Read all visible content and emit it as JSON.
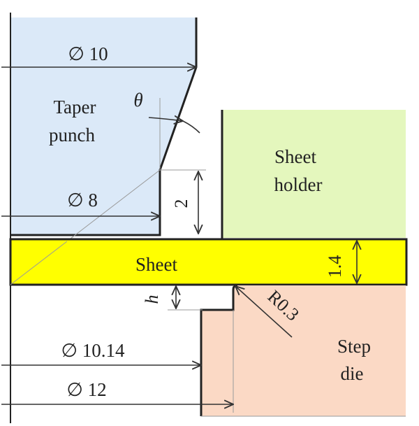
{
  "parts": {
    "punch": {
      "line1": "Taper",
      "line2": "punch",
      "color": "#dbe9f8"
    },
    "holder": {
      "line1": "Sheet",
      "line2": "holder",
      "color": "#e4f7bd"
    },
    "sheet": {
      "label": "Sheet",
      "color": "#ffff00"
    },
    "die": {
      "line1": "Step",
      "line2": "die",
      "color": "#fbd9c5"
    }
  },
  "dimensions": {
    "punch_outer_diameter": "∅ 10",
    "punch_tip_diameter": "∅ 8",
    "taper_angle": "θ",
    "straight_length": "2",
    "sheet_thickness": "1.4",
    "step_height": "h",
    "die_radius": "R0.3",
    "die_step_diameter": "∅ 10.14",
    "die_outer_diameter": "∅ 12"
  }
}
